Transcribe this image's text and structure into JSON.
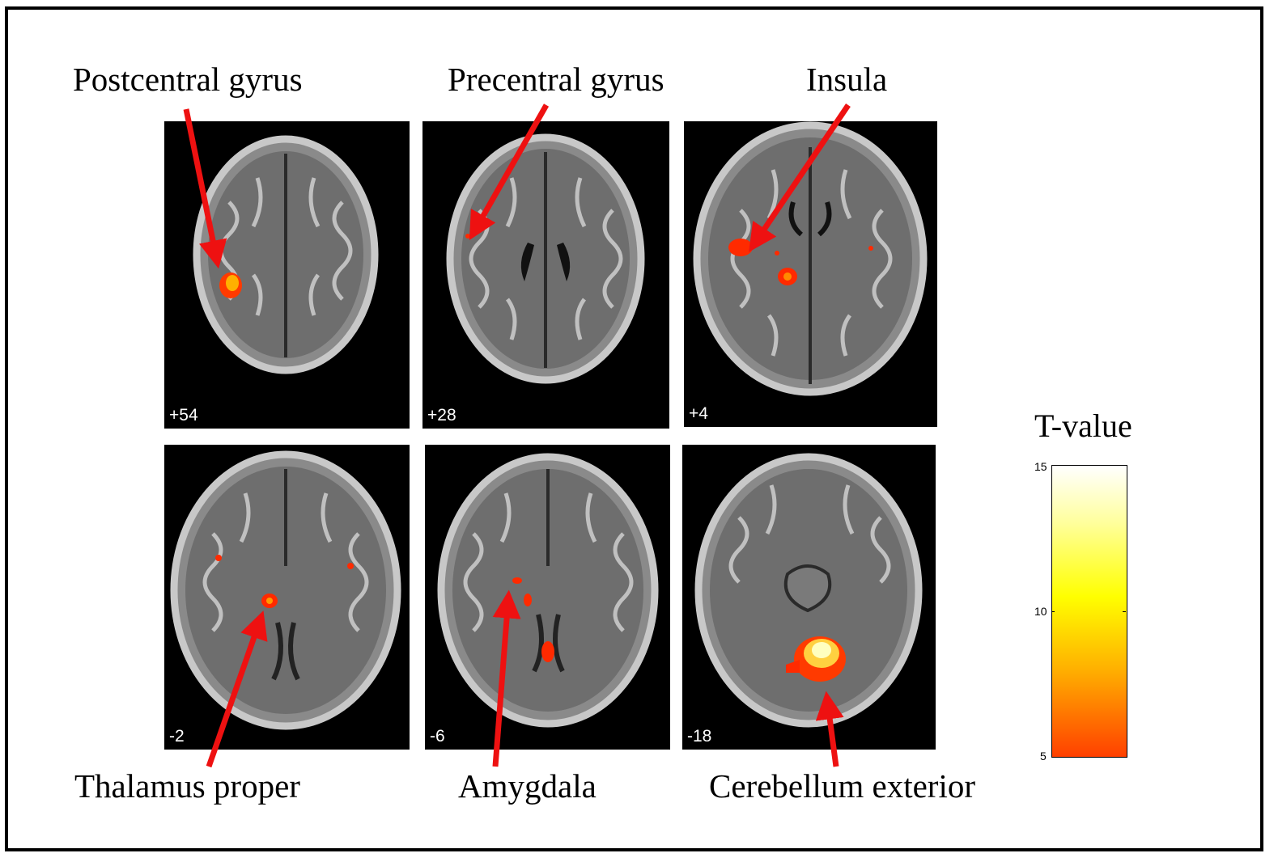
{
  "labels": {
    "postcentral": "Postcentral gyrus",
    "precentral": "Precentral gyrus",
    "insula": "Insula",
    "thalamus": "Thalamus proper",
    "amygdala": "Amygdala",
    "cerebellum": "Cerebellum exterior"
  },
  "slices": [
    "+54",
    "+28",
    "+4",
    "-2",
    "-6",
    "-18"
  ],
  "colorbar": {
    "title": "T-value",
    "ticks": [
      "15",
      "10",
      "5"
    ],
    "min": 5,
    "max": 15
  },
  "colors": {
    "arrow": "#ee1111",
    "activation_low": "#ff2a00",
    "activation_high": "#ffffc0"
  }
}
